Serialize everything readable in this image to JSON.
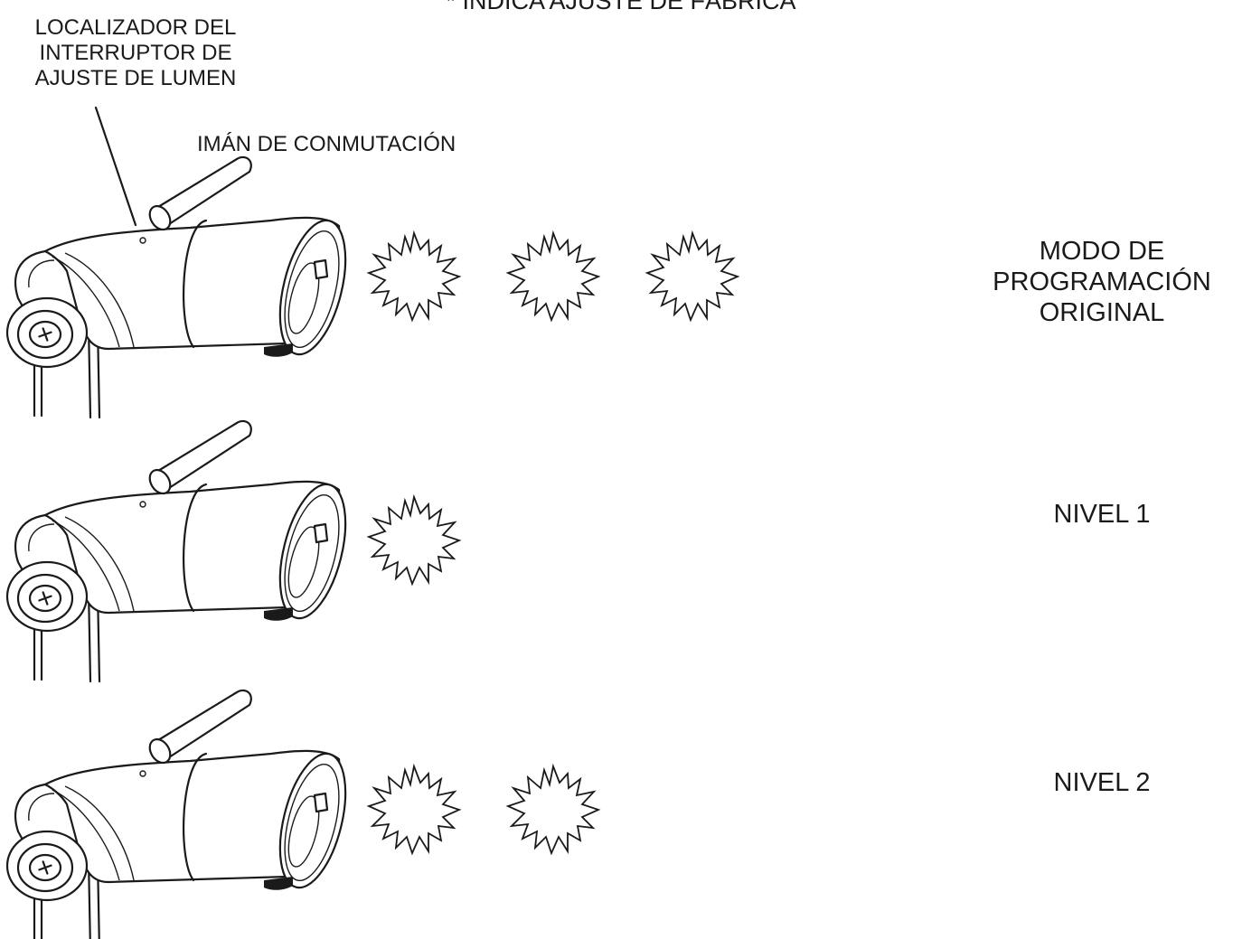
{
  "note": "* INDICA AJUSTE DE FÁBRICA",
  "locator_label": [
    "LOCALIZADOR DEL",
    "INTERRUPTOR DE",
    "AJUSTE DE LUMEN"
  ],
  "magnet_label": "IMÁN DE CONMUTACIÓN",
  "rows": [
    {
      "mode_lines": [
        "MODO DE",
        "PROGRAMACIÓN",
        "ORIGINAL"
      ],
      "flashes": 3
    },
    {
      "mode_lines": [
        "NIVEL 1"
      ],
      "flashes": 1
    },
    {
      "mode_lines": [
        "NIVEL 2"
      ],
      "flashes": 2
    }
  ]
}
